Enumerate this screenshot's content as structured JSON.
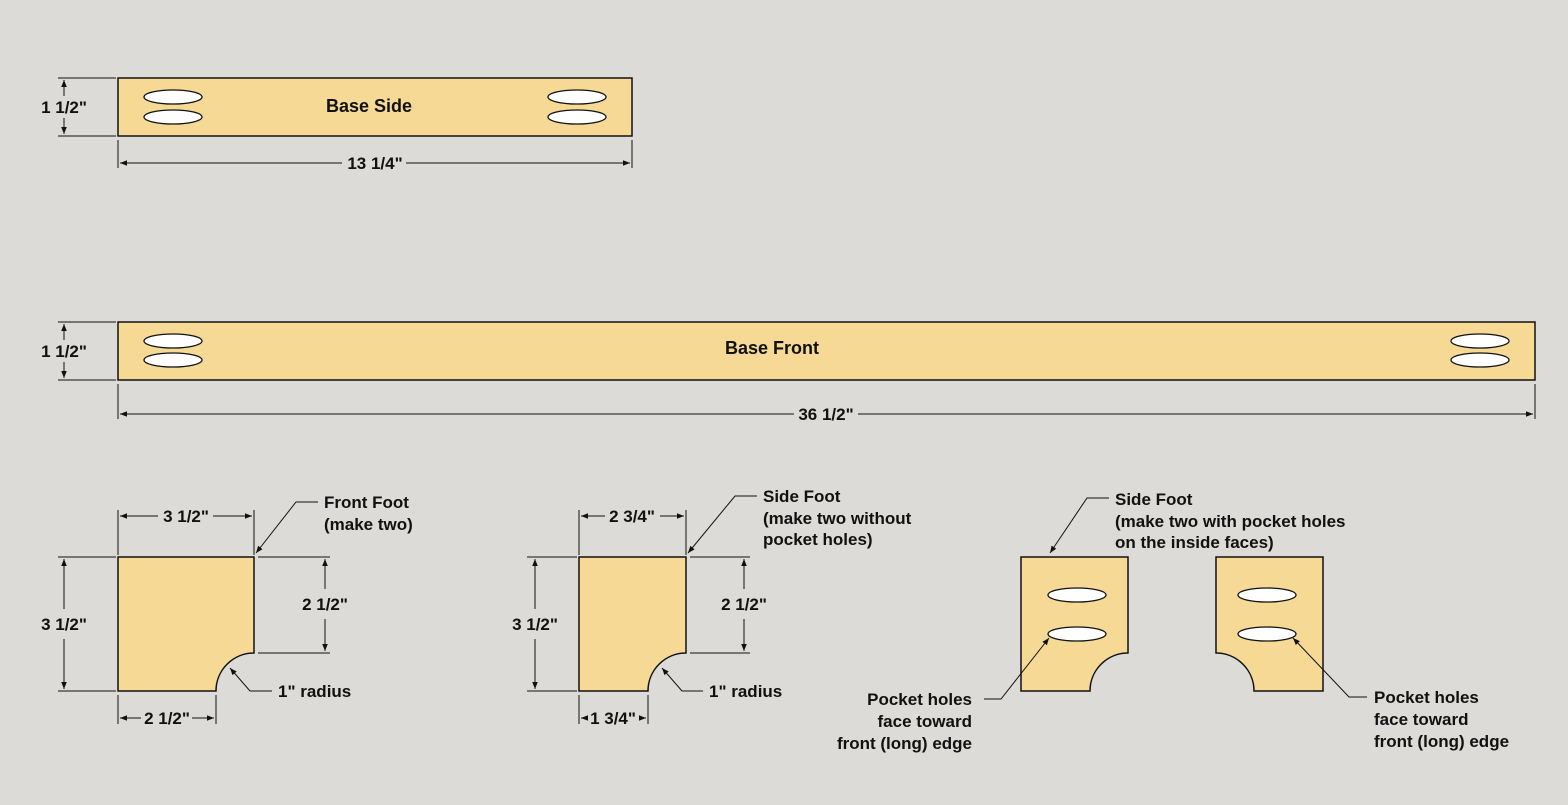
{
  "colors": {
    "background": "#dddbd8",
    "wood": "#f5d994",
    "outline": "#111111",
    "hole": "#ffffff"
  },
  "parts": {
    "base_side": {
      "label": "Base Side",
      "height": "1 1/2\"",
      "length": "13 1/4\""
    },
    "base_front": {
      "label": "Base Front",
      "height": "1 1/2\"",
      "length": "36 1/2\""
    },
    "front_foot": {
      "callout_line1": "Front Foot",
      "callout_line2": "(make two)",
      "width": "3 1/2\"",
      "height": "3 1/2\"",
      "upper_height": "2 1/2\"",
      "bottom_width": "2 1/2\"",
      "radius": "1\" radius"
    },
    "side_foot_plain": {
      "callout_line1": "Side Foot",
      "callout_line2": "(make two without",
      "callout_line3": "pocket holes)",
      "width": "2 3/4\"",
      "height": "3 1/2\"",
      "upper_height": "2 1/2\"",
      "bottom_width": "1 3/4\"",
      "radius": "1\" radius"
    },
    "side_foot_holes": {
      "callout_line1": "Side Foot",
      "callout_line2": "(make two with pocket holes",
      "callout_line3": "on the inside faces)",
      "note_left": [
        "Pocket holes",
        "face toward",
        "front (long) edge"
      ],
      "note_right": [
        "Pocket holes",
        "face toward",
        "front (long) edge"
      ]
    }
  }
}
